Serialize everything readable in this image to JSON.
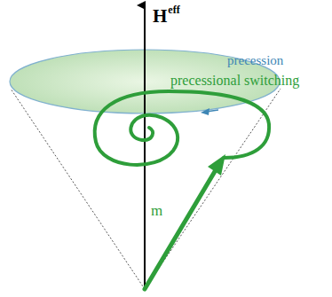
{
  "diagram": {
    "labels": [
      "H",
      "eff",
      "precession",
      "precessional switching",
      "m"
    ]
  }
}
